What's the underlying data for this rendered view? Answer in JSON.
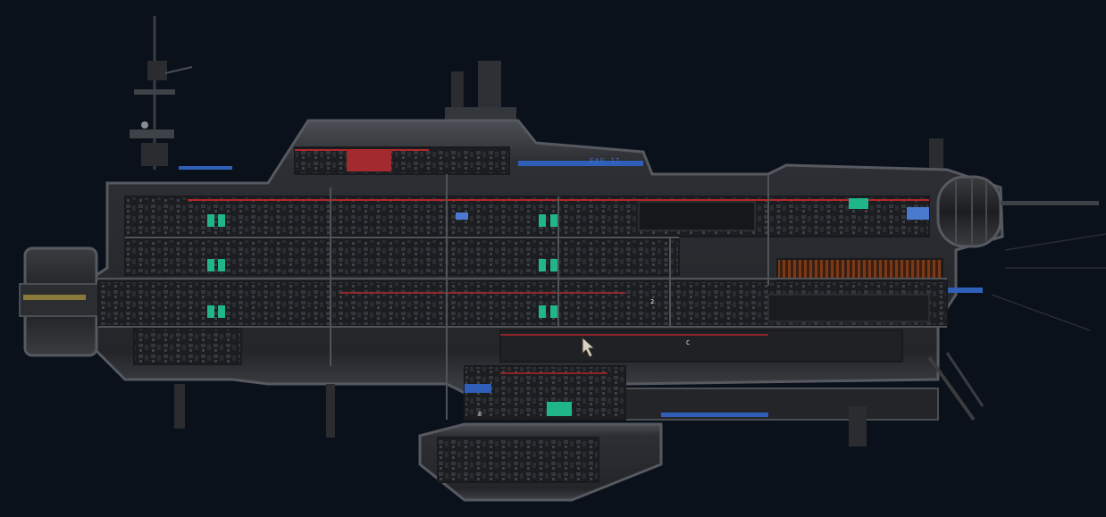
{
  "scene": {
    "background_color": "#0a111b",
    "hull_color": "#2b2d31",
    "hull_highlight": "#4a4d52",
    "accent_red": "#b3262a",
    "accent_blue": "#2f5fb8",
    "accent_green": "#21b58c",
    "accent_orange": "#9a4a1e"
  },
  "ship": {
    "hull_marking": "EAS 11",
    "deck_marks": [
      "2",
      "8",
      "C"
    ]
  },
  "cursor": {
    "icon": "arrow-cursor-icon"
  }
}
